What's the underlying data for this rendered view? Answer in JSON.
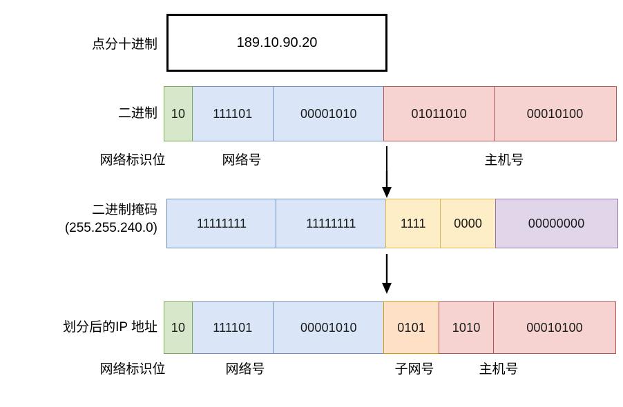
{
  "diagram": {
    "title_rows": {
      "decimal_label": "点分十进制",
      "binary_label": "二进制",
      "mask_label_line1": "二进制掩码",
      "mask_label_line2": "(255.255.240.0)",
      "result_label": "划分后的IP 地址"
    },
    "decimal_value": "189.10.90.20",
    "binary_row": {
      "cells": [
        {
          "text": "10",
          "color": "green"
        },
        {
          "text": "111101",
          "color": "blue"
        },
        {
          "text": "00001010",
          "color": "blue"
        },
        {
          "text": "01011010",
          "color": "red"
        },
        {
          "text": "00010100",
          "color": "red"
        }
      ]
    },
    "mask_row": {
      "cells": [
        {
          "text": "11111111",
          "color": "blue"
        },
        {
          "text": "11111111",
          "color": "blue"
        },
        {
          "text": "1111",
          "color": "yellow"
        },
        {
          "text": "0000",
          "color": "yellow"
        },
        {
          "text": "00000000",
          "color": "purple"
        }
      ]
    },
    "result_row": {
      "cells": [
        {
          "text": "10",
          "color": "green"
        },
        {
          "text": "111101",
          "color": "blue"
        },
        {
          "text": "00001010",
          "color": "blue"
        },
        {
          "text": "0101",
          "color": "orange"
        },
        {
          "text": "1010",
          "color": "red"
        },
        {
          "text": "00010100",
          "color": "red"
        }
      ]
    },
    "captions_top": {
      "network_id_bits": "网络标识位",
      "network_number": "网络号",
      "host_number": "主机号"
    },
    "captions_bottom": {
      "network_id_bits": "网络标识位",
      "network_number": "网络号",
      "subnet_number": "子网号",
      "host_number": "主机号"
    },
    "colors": {
      "green_fill": "#d7e8ca",
      "green_stroke": "#7ba75b",
      "blue_fill": "#dae5f7",
      "blue_stroke": "#6c8ebf",
      "red_fill": "#f6d3d0",
      "red_stroke": "#b85450",
      "yellow_fill": "#fdeec8",
      "yellow_stroke": "#d6b656",
      "purple_fill": "#e1d5ea",
      "purple_stroke": "#9673a6",
      "orange_fill": "#fde0c6",
      "orange_stroke": "#d79b00",
      "outline": "#000000",
      "background": "#ffffff"
    }
  }
}
